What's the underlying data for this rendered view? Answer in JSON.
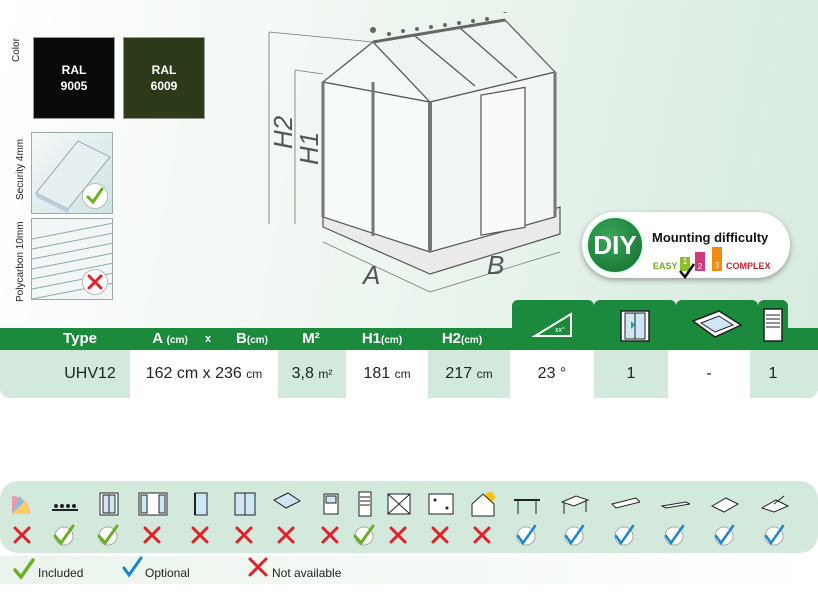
{
  "color_section": {
    "label": "Color",
    "swatches": [
      {
        "line1": "RAL",
        "line2": "9005",
        "color": "#0a0a0a"
      },
      {
        "line1": "RAL",
        "line2": "6009",
        "color": "#2c3a1a"
      }
    ]
  },
  "materials": [
    {
      "label": "Security 4mm",
      "status": "included"
    },
    {
      "label": "Polycarbon 10mm",
      "status": "not_available"
    }
  ],
  "diagram": {
    "labels": {
      "h2": "H2",
      "h1": "H1",
      "a": "A",
      "b": "B"
    }
  },
  "diy": {
    "badge": "DIY",
    "title": "Mounting difficulty",
    "easy": "EASY",
    "complex": "COMPLEX",
    "levels": [
      "1",
      "2",
      "3"
    ],
    "selected_level": 1
  },
  "table": {
    "headers": {
      "type": "Type",
      "a": "A",
      "a_unit": "(cm)",
      "x": "x",
      "b": "B",
      "b_unit": "(cm)",
      "m2": "M²",
      "h1": "H1",
      "h1_unit": "(cm)",
      "h2": "H2",
      "h2_unit": "(cm)"
    },
    "angle_icon_text": "xx°",
    "row": {
      "type": "UHV12",
      "dims": "162 cm x 236",
      "dims_unit": "cm",
      "m2": "3,8",
      "m2_unit": "m²",
      "h1": "181",
      "h1_unit": "cm",
      "h2": "217",
      "h2_unit": "cm",
      "angle": "23 °",
      "doors": "1",
      "roof_windows": "-",
      "vents": "1"
    }
  },
  "options": [
    {
      "icon": "color-fan-icon",
      "status": "not_available"
    },
    {
      "icon": "roof-crest-icon",
      "status": "included"
    },
    {
      "icon": "sliding-door-icon",
      "status": "included"
    },
    {
      "icon": "double-sliding-door-icon",
      "status": "not_available"
    },
    {
      "icon": "hinged-door-icon",
      "status": "not_available"
    },
    {
      "icon": "double-hinged-door-icon",
      "status": "not_available"
    },
    {
      "icon": "roof-window-icon",
      "status": "not_available"
    },
    {
      "icon": "side-window-icon",
      "status": "not_available"
    },
    {
      "icon": "louvre-vent-icon",
      "status": "included"
    },
    {
      "icon": "frame-window-icon",
      "status": "not_available"
    },
    {
      "icon": "auto-opener-icon",
      "status": "not_available"
    },
    {
      "icon": "heated-greenhouse-icon",
      "status": "not_available"
    },
    {
      "icon": "shelf-rack-icon",
      "status": "optional"
    },
    {
      "icon": "staging-table-icon",
      "status": "optional"
    },
    {
      "icon": "planter-tray-icon",
      "status": "optional"
    },
    {
      "icon": "flat-shelf-icon",
      "status": "optional"
    },
    {
      "icon": "seed-tray-icon",
      "status": "optional"
    },
    {
      "icon": "gutter-icon",
      "status": "optional"
    }
  ],
  "legend": {
    "included": "Included",
    "optional": "Optional",
    "not_available": "Not available"
  },
  "colors": {
    "green": "#1c8a3c",
    "light_green": "#d2e9dc",
    "check": "#6ab023",
    "optional": "#1a86d0",
    "cross": "#e0202a"
  }
}
